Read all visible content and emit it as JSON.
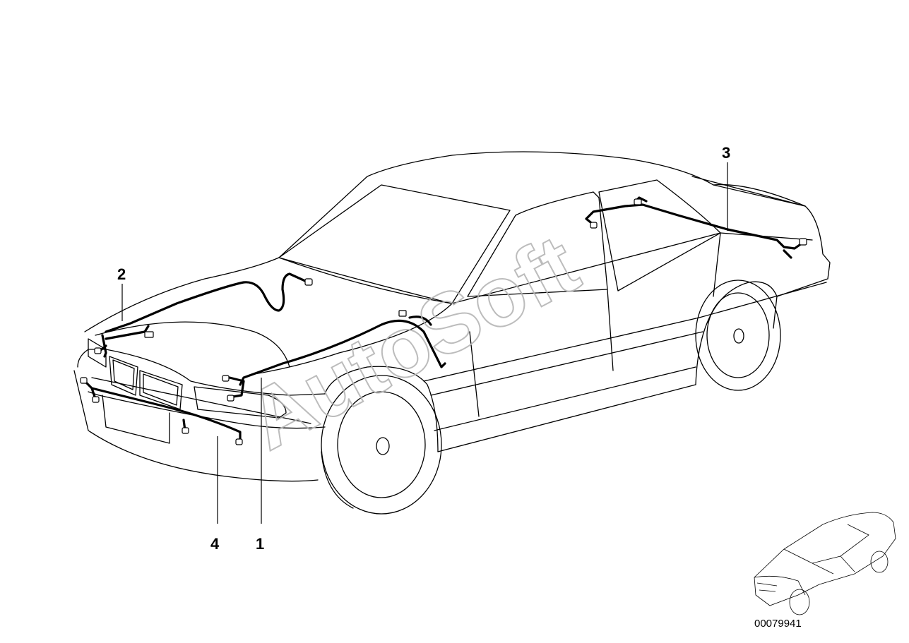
{
  "diagram": {
    "callouts": [
      {
        "id": "1",
        "label": "1"
      },
      {
        "id": "2",
        "label": "2"
      },
      {
        "id": "3",
        "label": "3"
      },
      {
        "id": "4",
        "label": "4"
      }
    ],
    "watermark": "AutoSoft",
    "diagram_number": "00079941"
  }
}
